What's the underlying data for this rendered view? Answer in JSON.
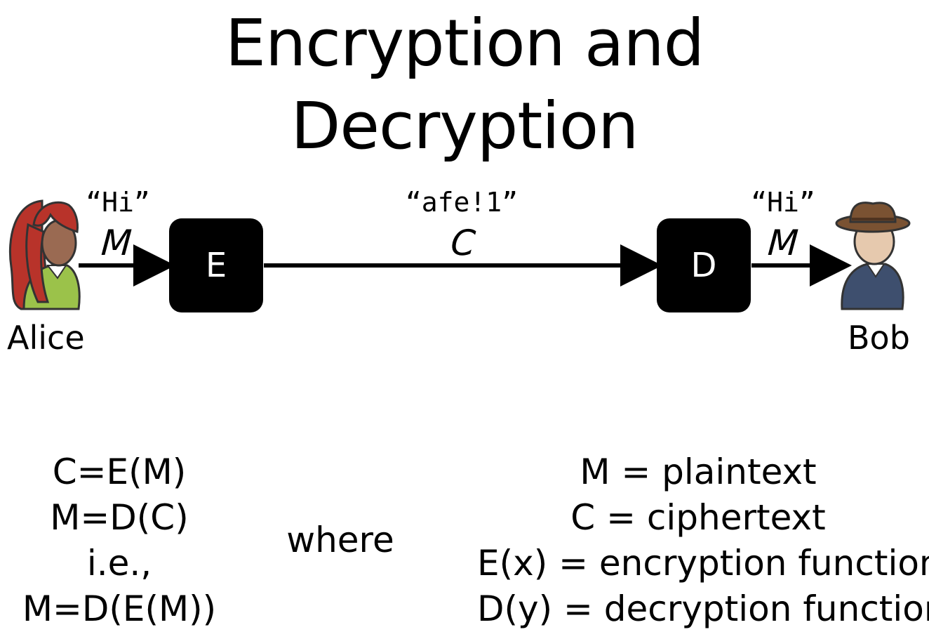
{
  "title": {
    "line1": "Encryption and",
    "line2": "Decryption"
  },
  "alice": {
    "name": "Alice"
  },
  "bob": {
    "name": "Bob"
  },
  "messages": {
    "left_quote": "“Hi”",
    "left_symbol": "M",
    "middle_quote": "“afe!1”",
    "middle_symbol": "C",
    "right_quote": "“Hi”",
    "right_symbol": "M"
  },
  "boxes": {
    "encrypt": "E",
    "decrypt": "D"
  },
  "equations": {
    "left": [
      "C=E(M)",
      "M=D(C)",
      "i.e.,",
      "M=D(E(M))"
    ],
    "connector": "where",
    "right": [
      "M = plaintext",
      "C = ciphertext",
      "E(x) = encryption function",
      "D(y) = decryption function"
    ]
  },
  "colors": {
    "alice_hair": "#b8332a",
    "alice_shirt": "#9bc24a",
    "bob_hat": "#7a5232",
    "bob_jacket": "#3e4f6e",
    "skin": "#e6c9ae",
    "box_fill": "#000000"
  }
}
